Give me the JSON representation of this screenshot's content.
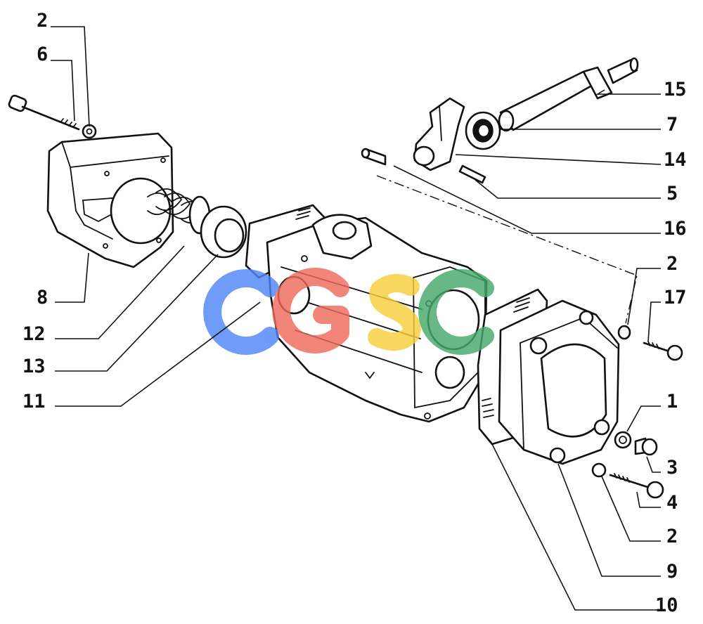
{
  "diagram": {
    "watermark_text": "CGSC",
    "callouts": [
      "2",
      "6",
      "8",
      "12",
      "13",
      "11",
      "15",
      "7",
      "14",
      "5",
      "16",
      "2",
      "17",
      "1",
      "3",
      "4",
      "2",
      "9",
      "10"
    ]
  },
  "colors": {
    "ink": "#111111",
    "background": "#ffffff",
    "watermark_blue": "#4f86f7",
    "watermark_red": "#f06b5e",
    "watermark_yellow": "#f6cf3a",
    "watermark_green": "#46a96a"
  }
}
